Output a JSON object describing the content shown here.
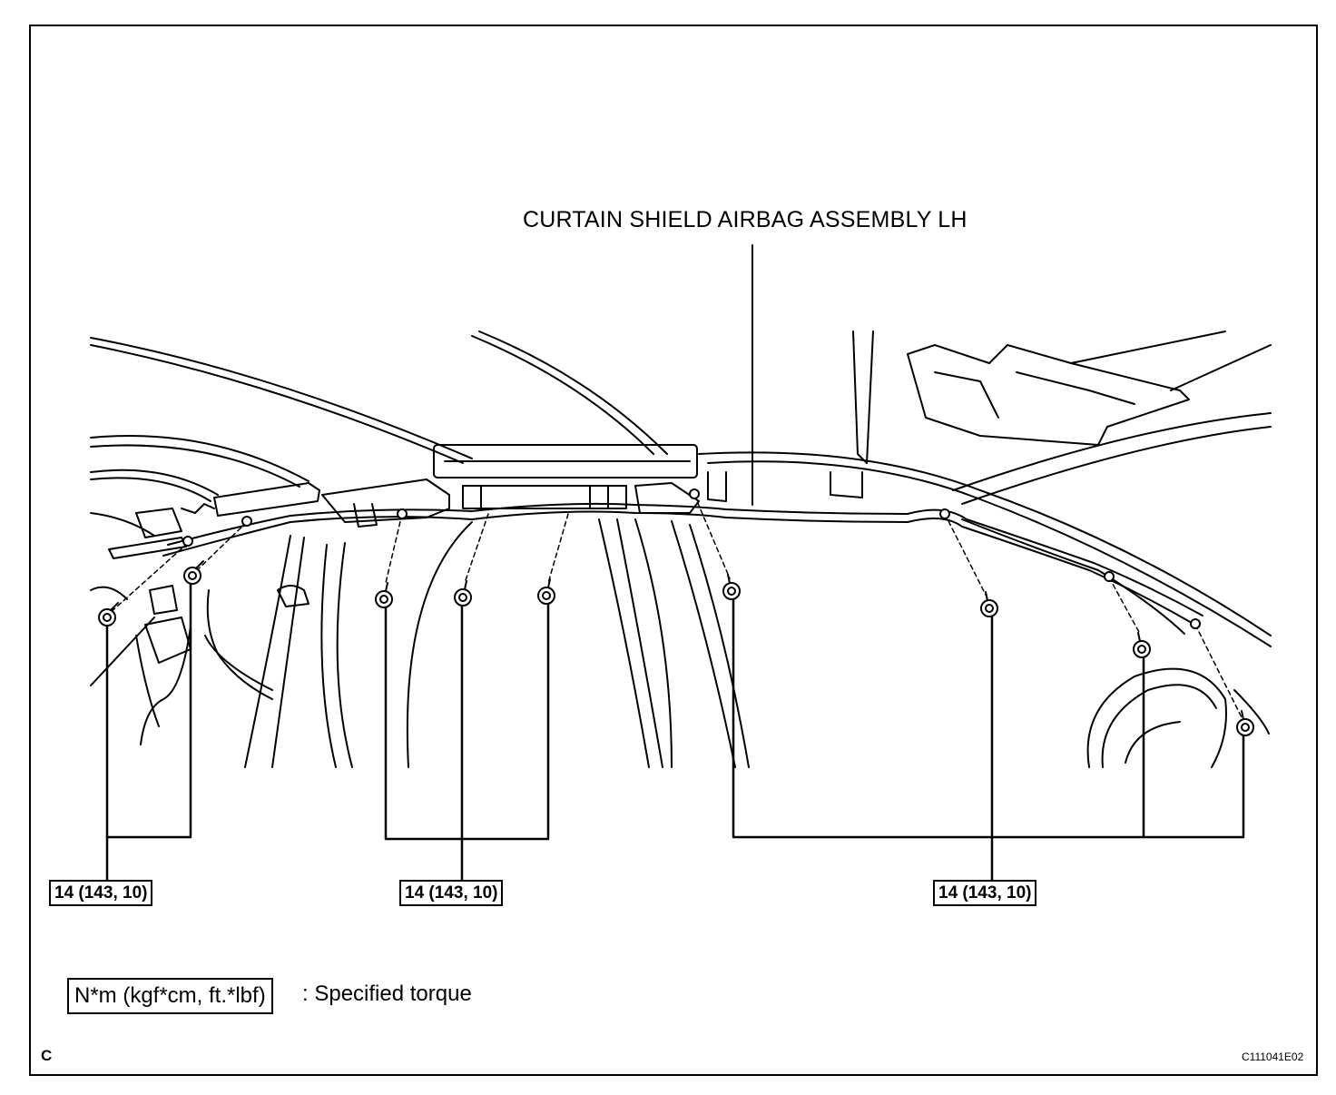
{
  "title": "CURTAIN SHIELD AIRBAG ASSEMBLY LH",
  "torque_callouts": [
    {
      "label": "14 (143, 10)"
    },
    {
      "label": "14 (143, 10)"
    },
    {
      "label": "14 (143, 10)"
    }
  ],
  "legend": {
    "unit_box": "N*m (kgf*cm, ft.*lbf)",
    "description": ": Specified torque"
  },
  "corner_letter": "C",
  "figure_code": "C111041E02"
}
